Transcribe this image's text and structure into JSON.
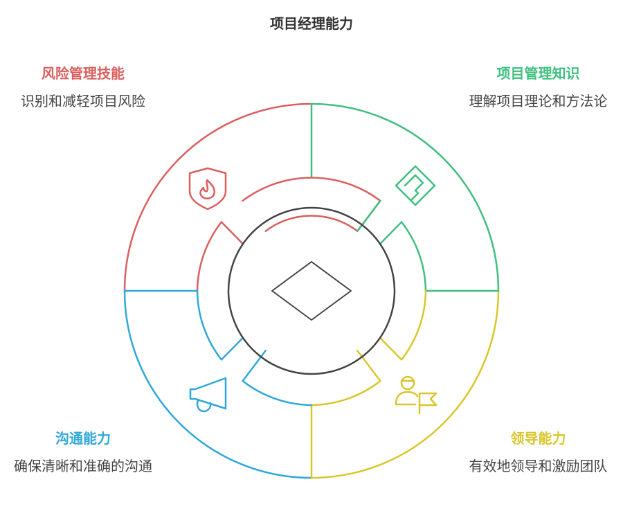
{
  "title": "项目经理能力",
  "colors": {
    "risk": "#d9605e",
    "knowledge": "#3fbf7f",
    "leadership": "#d9c62b",
    "communication": "#2fa8d9",
    "center": "#444444"
  },
  "sections": {
    "risk": {
      "heading": "风险管理技能",
      "desc": "识别和减轻项目风险",
      "icon": "shield-fire-icon"
    },
    "knowledge": {
      "heading": "项目管理知识",
      "desc": "理解项目理论和方法论",
      "icon": "diamond-path-icon"
    },
    "communication": {
      "heading": "沟通能力",
      "desc": "确保清晰和准确的沟通",
      "icon": "megaphone-icon"
    },
    "leadership": {
      "heading": "领导能力",
      "desc": "有效地领导和激励团队",
      "icon": "person-flag-icon"
    }
  },
  "center_icon": "diamond-icon"
}
